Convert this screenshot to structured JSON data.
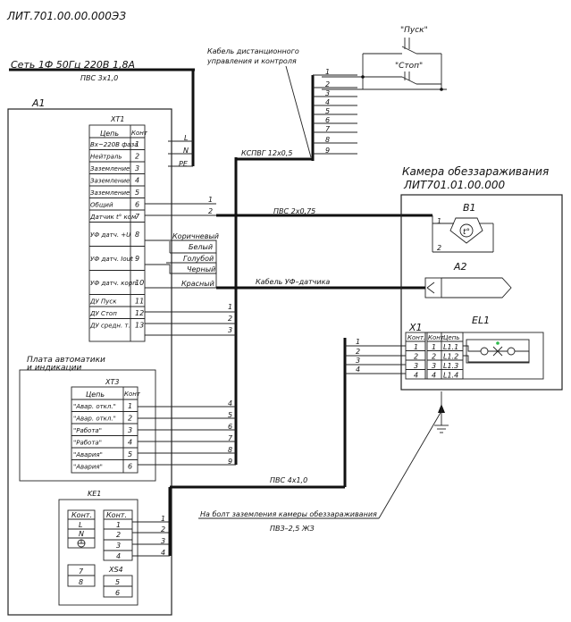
{
  "doc_code": "ЛИТ.701.00.00.000ЭЗ",
  "supply": {
    "title": "Сеть 1Ф 50Гц 220В 1,8А",
    "cable": "ПВС 3х1,0"
  },
  "remote_cable": {
    "title_line1": "Кабель дистанционного",
    "title_line2": "управления и контроля",
    "spec": "КСПВГ 12х0,5"
  },
  "buttons": {
    "start": "\"Пуск\"",
    "stop": "\"Стоп\""
  },
  "remote_pins": [
    "1",
    "2",
    "3",
    "4",
    "5",
    "6",
    "7",
    "8",
    "9"
  ],
  "a1_label": "А1",
  "xt1": {
    "title": "ХТ1",
    "head_circuit": "Цепь",
    "head_contact": "Конт",
    "rows": [
      {
        "name": "Вх~220В фаза",
        "n": "1"
      },
      {
        "name": "Нейтраль",
        "n": "2"
      },
      {
        "name": "Заземление",
        "n": "3"
      },
      {
        "name": "Заземление",
        "n": "4"
      },
      {
        "name": "Заземление",
        "n": "5"
      },
      {
        "name": "Общий",
        "n": "6"
      },
      {
        "name": "Датчик t° ком",
        "n": "7"
      },
      {
        "name": "УФ датч. +U",
        "n": "8"
      },
      {
        "name": "УФ датч. Iout",
        "n": "9"
      },
      {
        "name": "УФ датч. корп.",
        "n": "10"
      },
      {
        "name": "ДУ Пуск",
        "n": "11"
      },
      {
        "name": "ДУ Стоп",
        "n": "12"
      },
      {
        "name": "ДУ средн. т.",
        "n": "13"
      }
    ]
  },
  "lnpe": {
    "l": "L",
    "n": "N",
    "pe": "PE"
  },
  "sensor_wires": {
    "brown": "Коричневый",
    "white": "Белый",
    "blue": "Голубой",
    "black": "Черный",
    "red": "Красный"
  },
  "sensor_cable": "Кабель УФ–датчика",
  "temp_cable": {
    "spec": "ПВС 2х0,75",
    "w1": "1",
    "w2": "2"
  },
  "du_wires": [
    "1",
    "2",
    "3"
  ],
  "board": {
    "title_line1": "Плата автоматики",
    "title_line2": "и индикации",
    "xt3": {
      "title": "ХТ3",
      "head_circuit": "Цепь",
      "head_contact": "Конт",
      "rows": [
        {
          "name": "\"Авар. откл.\"",
          "n": "1"
        },
        {
          "name": "\"Авар. откл.\"",
          "n": "2"
        },
        {
          "name": "\"Работа\"",
          "n": "3"
        },
        {
          "name": "\"Работа\"",
          "n": "4"
        },
        {
          "name": "\"Авария\"",
          "n": "5"
        },
        {
          "name": "\"Авария\"",
          "n": "6"
        }
      ]
    },
    "wires": [
      "4",
      "5",
      "6",
      "7",
      "8",
      "9"
    ]
  },
  "ke1": {
    "title": "KE1",
    "left_head": "Конт.",
    "left_rows": [
      "L",
      "N"
    ],
    "right_head": "Конт.",
    "right_rows": [
      "1",
      "2",
      "3",
      "4"
    ],
    "xs4": "XS4",
    "xs4_left": [
      "7",
      "8"
    ],
    "xs4_right": [
      "5",
      "6"
    ],
    "wires": [
      "1",
      "2",
      "3",
      "4"
    ]
  },
  "chamber": {
    "title": "Камера обеззараживания",
    "code": "ЛИТ701.01.00.000",
    "b1": "В1",
    "b1_pins": [
      "1",
      "2"
    ],
    "a2": "А2",
    "x1": {
      "title": "Х1",
      "head": "Конт.",
      "rows": [
        "1",
        "2",
        "3",
        "4"
      ]
    },
    "el1": {
      "title": "EL1",
      "head_contact": "Конт",
      "head_circuit": "Цепь",
      "rows": [
        {
          "n": "1",
          "c": "L1.1"
        },
        {
          "n": "2",
          "c": "L1.2"
        },
        {
          "n": "3",
          "c": "L1.3"
        },
        {
          "n": "4",
          "c": "L1.4"
        }
      ]
    },
    "in_wires": [
      "1",
      "2",
      "3",
      "4"
    ]
  },
  "lamp_cable": "ПВС 4х1,0",
  "ground_note": "На болт заземления камеры обеззараживания",
  "ground_wire": "ПВЗ–2,5 ЖЗ",
  "colors": {
    "ink": "#111111",
    "indicator": "#2db84a"
  }
}
